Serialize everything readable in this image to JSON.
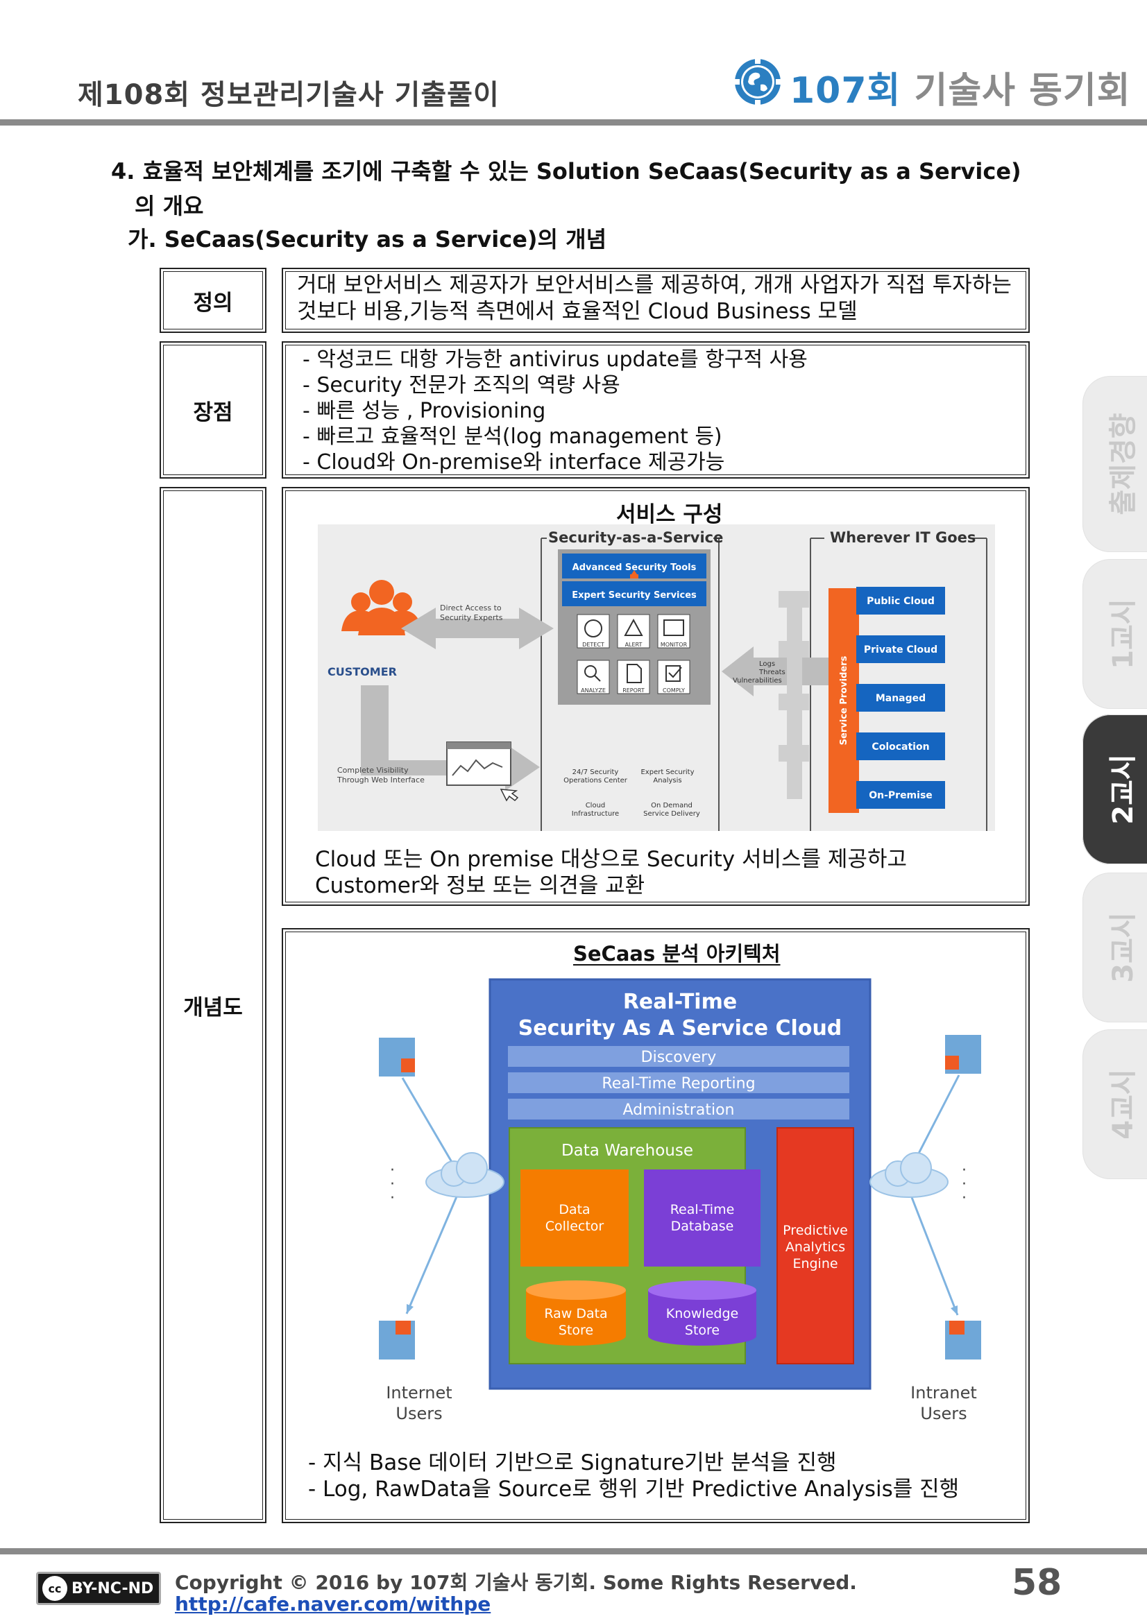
{
  "header": {
    "title": "제108회 정보관리기술사 기출풀이",
    "brand_number": "107회",
    "brand_text": " 기술사 동기회"
  },
  "question": {
    "line1": "4. 효율적 보안체계를 조기에 구축할 수 있는 Solution SeCaas(Security as a Service)",
    "line2": "의 개요",
    "section": "가. SeCaas(Security as a Service)의 개념"
  },
  "rows": {
    "definition": {
      "label": "정의",
      "text": "거대 보안서비스 제공자가 보안서비스를 제공하여, 개개 사업자가 직접 투자하는 것보다 비용,기능적 측면에서 효율적인 Cloud Business 모델"
    },
    "advantages": {
      "label": "장점",
      "items": [
        "악성코드 대항 가능한 antivirus update를  항구적 사용",
        "Security 전문가 조직의 역량 사용",
        "빠른 성능 , Provisioning",
        "빠르고 효율적인 분석(log management 등)",
        "Cloud와 On-premise와 interface 제공가능"
      ]
    },
    "concept": {
      "label": "개념도"
    }
  },
  "service_diagram": {
    "title": "서비스 구성",
    "saas_label": "Security-as-a-Service",
    "wherever_label": "Wherever IT Goes",
    "customer": "CUSTOMER",
    "direct_access": [
      "Direct Access to",
      "Security Experts"
    ],
    "visibility": [
      "Complete Visibility",
      "Through Web Interface"
    ],
    "tools": "Advanced Security Tools",
    "services": "Expert Security Services",
    "icons": [
      "DETECT",
      "ALERT",
      "MONITOR",
      "ANALYZE",
      "REPORT",
      "COMPLY"
    ],
    "soc": [
      "24/7 Security",
      "Operations Center"
    ],
    "expert_analysis": [
      "Expert Security",
      "Analysis"
    ],
    "cloud_infra": [
      "Cloud",
      "Infrastructure"
    ],
    "on_demand": [
      "On Demand",
      "Service Delivery"
    ],
    "logs": [
      "Logs",
      "Threats",
      "Vulnerabilities"
    ],
    "providers": "Service Providers",
    "targets": [
      "Public Cloud",
      "Private Cloud",
      "Managed",
      "Colocation",
      "On-Premise"
    ],
    "caption": "Cloud 또는 On premise 대상으로 Security 서비스를 제공하고 Customer와 정보 또는 의견을 교환"
  },
  "arch_diagram": {
    "title": "SeCaas 분석 아키텍처",
    "cloud_title_1": "Real-Time",
    "cloud_title_2": "Security As A Service Cloud",
    "layers": [
      "Discovery",
      "Real-Time Reporting",
      "Administration"
    ],
    "warehouse": "Data Warehouse",
    "data_collector": [
      "Data",
      "Collector"
    ],
    "realtime_db": [
      "Real-Time",
      "Database"
    ],
    "raw_store": [
      "Raw Data",
      "Store"
    ],
    "knowledge_store": [
      "Knowledge",
      "Store"
    ],
    "predictive": [
      "Predictive",
      "Analytics",
      "Engine"
    ],
    "internet_users": [
      "Internet",
      "Users"
    ],
    "intranet_users": [
      "Intranet",
      "Users"
    ],
    "captions": [
      "지식 Base 데이터 기반으로 Signature기반 분석을 진행",
      "Log, RawData을 Source로 행위 기반 Predictive Analysis를 진행"
    ]
  },
  "tabs": [
    "출제경향",
    "1교시",
    "2교시",
    "3교시",
    "4교시"
  ],
  "active_tab": "2교시",
  "footer": {
    "license": "BY-NC-ND",
    "cc": "cc",
    "copyright": "Copyright © 2016 by 107회 기술사 동기회. Some Rights Reserved.",
    "link": "http://cafe.naver.com/withpe",
    "page": "58"
  },
  "colors": {
    "brand_blue": "#2b7fc1",
    "rule_gray": "#8a8a8a",
    "customer_orange": "#f26522",
    "service_blue": "#1565c0",
    "arch_blue": "#4a72c8",
    "warehouse_green": "#7bb03a",
    "collector_orange": "#f57c00",
    "database_purple": "#7b3fd6",
    "predictive_red": "#e53922"
  }
}
